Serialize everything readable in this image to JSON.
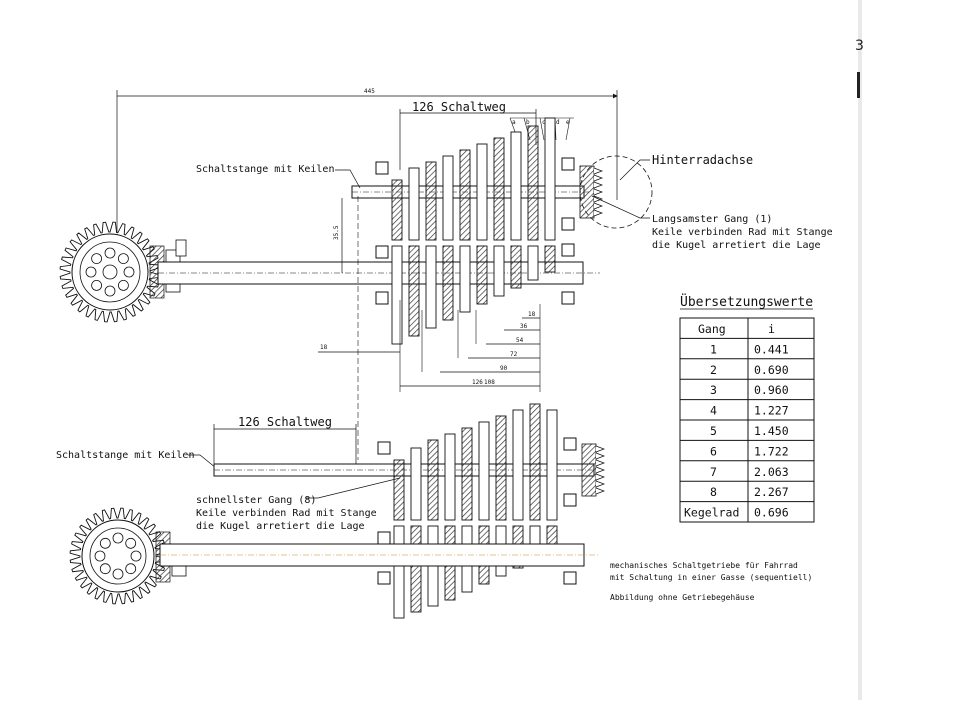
{
  "gutter": {
    "mark": "3"
  },
  "labels": {
    "total_dim": "445",
    "shift_top": "126 Schaltweg",
    "shift_bottom": "126 Schaltweg",
    "rod_top": "Schaltstange mit Keilen",
    "rod_bottom": "Schaltstange mit Keilen",
    "rear_axle": "Hinterradachse",
    "slowest": [
      "Langsamster Gang (1)",
      "Keile verbinden Rad mit Stange",
      "die Kugel arretiert die Lage"
    ],
    "fastest": [
      "schnellster Gang (8)",
      "Keile verbinden Rad mit Stange",
      "die Kugel arretiert die Lage"
    ],
    "vertical_dim": "35.5",
    "dim_18_left": "18",
    "dim_18": "18",
    "dim_36": "36",
    "dim_54": "54",
    "dim_72": "72",
    "dim_90": "90",
    "dim_126": "126",
    "dim_108": "108",
    "top_dims": [
      "a",
      "b",
      "c",
      "d",
      "e"
    ],
    "caption": [
      "mechanisches Schaltgetriebe für Fahrrad",
      "mit Schaltung in einer Gasse (sequentiell)",
      "Abbildung ohne Getriebegehäuse"
    ]
  },
  "table": {
    "title": "Übersetzungswerte",
    "headers": [
      "Gang",
      "i"
    ],
    "rows": [
      [
        "1",
        "0.441"
      ],
      [
        "2",
        "0.690"
      ],
      [
        "3",
        "0.960"
      ],
      [
        "4",
        "1.227"
      ],
      [
        "5",
        "1.450"
      ],
      [
        "6",
        "1.722"
      ],
      [
        "7",
        "2.063"
      ],
      [
        "8",
        "2.267"
      ],
      [
        "Kegelrad",
        "0.696"
      ]
    ]
  },
  "colors": {
    "line": "#111111",
    "hatch": "#333333",
    "centerline": "#c8862a",
    "background": "#ffffff"
  }
}
